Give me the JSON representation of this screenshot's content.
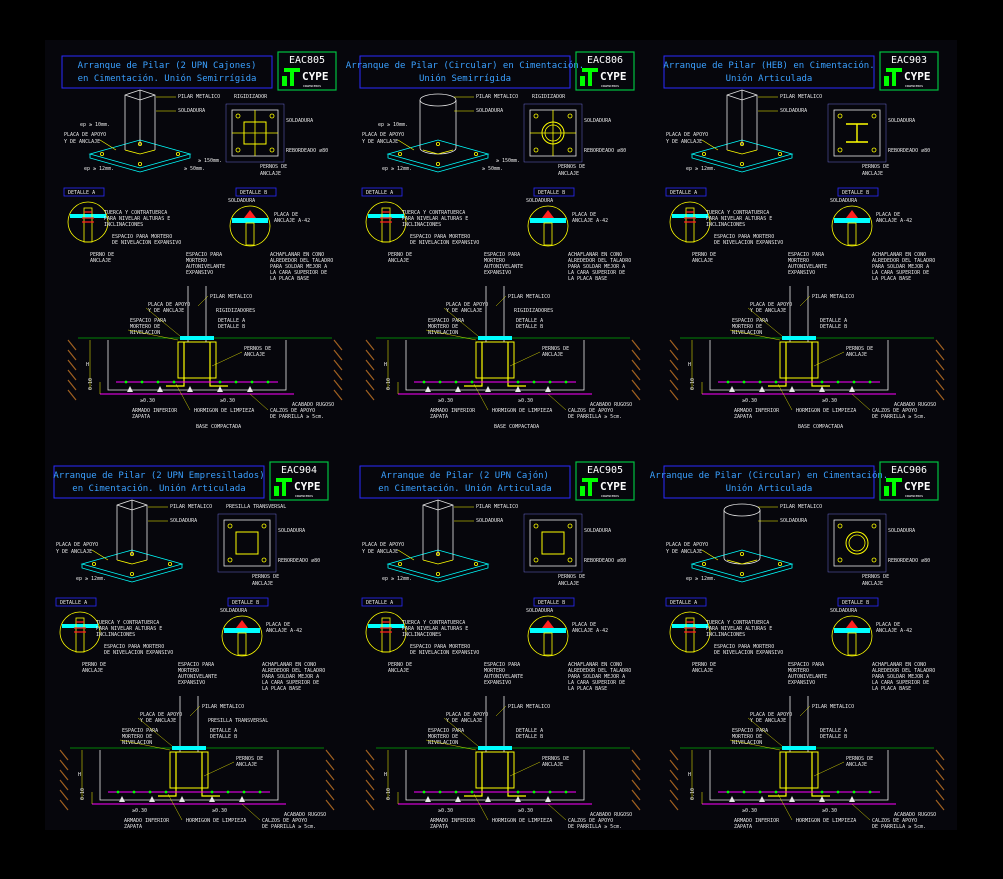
{
  "colors": {
    "background": "#000000",
    "panel": "#06060c",
    "title_box": "#2a2aff",
    "title_text": "#3aa0ff",
    "code_box": "#00c040",
    "yellow": "#ffff00",
    "cyan": "#00ffff",
    "green": "#00ff00",
    "magenta": "#ff00ff",
    "red": "#ff2020",
    "orange": "#ff8040",
    "earth": "#a06020",
    "text": "#e8e8e8"
  },
  "icons": [
    "cype-logo-icon"
  ],
  "panels": [
    {
      "title1": "Arranque de Pilar (2 UPN Cajones)",
      "title2": "en Cimentación. Unión Semirrígida",
      "code": "EAC805",
      "brand": "CYPE",
      "brand_sub": "INGENIEROS",
      "labels": {
        "pilar": "PILAR METALICO",
        "soldadura": "SOLDADURA",
        "rigidizador": "RIGIDIZADOR",
        "placa": "PLACA DE APOYO",
        "anclaje": "Y DE ANCLAJE",
        "pernos": "PERNOS DE",
        "anclaje2": "ANCLAJE",
        "rebordeado": "REBORDEADO ⌀80",
        "ep1": "ep ≥ 10mm.",
        "ep2": "ep ≥ 12mm.",
        "dim150": "≥ 150mm.",
        "dim50": "≥ 50mm."
      },
      "detail_a": "DETALLE A",
      "detail_b": "DETALLE B",
      "det": {
        "tuerca": "TUERCA Y CONTRATUERCA",
        "tuerca2": "PARA NIVELAR ALTURAS E",
        "tuerca3": "INCLINACIONES",
        "espacio": "ESPACIO PARA MORTERO",
        "espacio2": "DE NIVELACION EXPANSIVO",
        "perno": "PERNO DE",
        "perno2": "ANCLAJE",
        "mortero": "ESPACIO PARA",
        "mortero2": "MORTERO",
        "mortero3": "AUTONIVELANTE",
        "mortero4": "EXPANSIVO",
        "achaflanar": "ACHAFLANAR EN CONO",
        "achaflanar2": "ALREDEDOR DEL TALADRO",
        "achaflanar3": "PARA SOLDAR MEJOR A",
        "achaflanar4": "LA CARA SUPERIOR DE",
        "achaflanar5": "LA PLACA BASE",
        "placa_ancl": "PLACA DE",
        "placa_ancl2": "ANCLAJE A-42",
        "soldadura": "SOLDADURA"
      },
      "sec": {
        "pilar": "PILAR METALICO",
        "placa": "PLACA DE APOYO",
        "placa2": "Y DE ANCLAJE",
        "rigid": "RIGIDIZADORES",
        "espacio": "ESPACIO PARA",
        "espacio2": "MORTERO DE",
        "espacio3": "NIVELACION",
        "detA": "DETALLE A",
        "detB": "DETALLE B",
        "pernos": "PERNOS DE",
        "pernos2": "ANCLAJE",
        "h": "H",
        "d10": "0.10",
        "armado": "ARMADO INFERIOR",
        "armado2": "ZAPATA",
        "hormigon": "HORMIGON DE LIMPIEZA",
        "acabado": "ACABADO RUGOSO",
        "calzos": "CALZOS DE APOYO",
        "calzos2": "DE PARRILLA ≥ 5cm.",
        "base": "BASE COMPACTADA",
        "d30a": "≥0.30",
        "d30b": "≥0.30"
      }
    },
    {
      "title1": "Arranque de Pilar (Circular) en Cimentación.",
      "title2": "Unión Semirrígida",
      "code": "EAC806",
      "brand": "CYPE",
      "brand_sub": "INGENIEROS",
      "labels": {
        "pilar": "PILAR METALICO",
        "soldadura": "SOLDADURA",
        "rigidizador": "RIGIDIZADOR",
        "placa": "PLACA DE APOYO",
        "anclaje": "Y DE ANCLAJE",
        "pernos": "PERNOS DE",
        "anclaje2": "ANCLAJE",
        "rebordeado": "REBORDEADO ⌀80",
        "ep1": "ep ≥ 10mm.",
        "ep2": "ep ≥ 12mm.",
        "dim150": "≥ 150mm.",
        "dim50": "≥ 50mm."
      },
      "detail_a": "DETALLE A",
      "detail_b": "DETALLE B",
      "det": {
        "tuerca": "TUERCA Y CONTRATUERCA",
        "tuerca2": "PARA NIVELAR ALTURAS E",
        "tuerca3": "INCLINACIONES",
        "espacio": "ESPACIO PARA MORTERO",
        "espacio2": "DE NIVELACION EXPANSIVO",
        "perno": "PERNO DE",
        "perno2": "ANCLAJE",
        "mortero": "ESPACIO PARA",
        "mortero2": "MORTERO",
        "mortero3": "AUTONIVELANTE",
        "mortero4": "EXPANSIVO",
        "achaflanar": "ACHAFLANAR EN CONO",
        "achaflanar2": "ALREDEDOR DEL TALADRO",
        "achaflanar3": "PARA SOLDAR MEJOR A",
        "achaflanar4": "LA CARA SUPERIOR DE",
        "achaflanar5": "LA PLACA BASE",
        "placa_ancl": "PLACA DE",
        "placa_ancl2": "ANCLAJE A-42",
        "soldadura": "SOLDADURA"
      },
      "sec": {
        "pilar": "PILAR METALICO",
        "placa": "PLACA DE APOYO",
        "placa2": "Y DE ANCLAJE",
        "rigid": "RIGIDIZADORES",
        "espacio": "ESPACIO PARA",
        "espacio2": "MORTERO DE",
        "espacio3": "NIVELACION",
        "detA": "DETALLE A",
        "detB": "DETALLE B",
        "pernos": "PERNOS DE",
        "pernos2": "ANCLAJE",
        "h": "H",
        "d10": "0.10",
        "armado": "ARMADO INFERIOR",
        "armado2": "ZAPATA",
        "hormigon": "HORMIGON DE LIMPIEZA",
        "acabado": "ACABADO RUGOSO",
        "calzos": "CALZOS DE APOYO",
        "calzos2": "DE PARRILLA ≥ 5cm.",
        "base": "BASE COMPACTADA",
        "d30a": "≥0.30",
        "d30b": "≥0.30"
      }
    },
    {
      "title1": "Arranque de Pilar (HEB) en Cimentación.",
      "title2": "Unión Articulada",
      "code": "EAC903",
      "brand": "CYPE",
      "brand_sub": "INGENIEROS",
      "labels": {
        "pilar": "PILAR METALICO",
        "soldadura": "SOLDADURA",
        "rigidizador": "",
        "placa": "PLACA DE APOYO",
        "anclaje": "Y DE ANCLAJE",
        "pernos": "PERNOS DE",
        "anclaje2": "ANCLAJE",
        "rebordeado": "REBORDEADO ⌀80",
        "ep1": "",
        "ep2": "ep ≥ 12mm.",
        "dim150": "",
        "dim50": ""
      },
      "detail_a": "DETALLE A",
      "detail_b": "DETALLE B",
      "det": {
        "tuerca": "TUERCA Y CONTRATUERCA",
        "tuerca2": "PARA NIVELAR ALTURAS E",
        "tuerca3": "INCLINACIONES",
        "espacio": "ESPACIO PARA MORTERO",
        "espacio2": "DE NIVELACION EXPANSIVO",
        "perno": "PERNO DE",
        "perno2": "ANCLAJE",
        "mortero": "ESPACIO PARA",
        "mortero2": "MORTERO",
        "mortero3": "AUTONIVELANTE",
        "mortero4": "EXPANSIVO",
        "achaflanar": "ACHAFLANAR EN CONO",
        "achaflanar2": "ALREDEDOR DEL TALADRO",
        "achaflanar3": "PARA SOLDAR MEJOR A",
        "achaflanar4": "LA CARA SUPERIOR DE",
        "achaflanar5": "LA PLACA BASE",
        "placa_ancl": "PLACA DE",
        "placa_ancl2": "ANCLAJE A-42",
        "soldadura": "SOLDADURA"
      },
      "sec": {
        "pilar": "PILAR METALICO",
        "placa": "PLACA DE APOYO",
        "placa2": "Y DE ANCLAJE",
        "rigid": "",
        "espacio": "ESPACIO PARA",
        "espacio2": "MORTERO DE",
        "espacio3": "NIVELACION",
        "detA": "DETALLE A",
        "detB": "DETALLE B",
        "pernos": "PERNOS DE",
        "pernos2": "ANCLAJE",
        "h": "H",
        "d10": "0.10",
        "armado": "ARMADO INFERIOR",
        "armado2": "ZAPATA",
        "hormigon": "HORMIGON DE LIMPIEZA",
        "acabado": "ACABADO RUGOSO",
        "calzos": "CALZOS DE APOYO",
        "calzos2": "DE PARRILLA ≥ 5cm.",
        "base": "BASE COMPACTADA",
        "d30a": "≥0.30",
        "d30b": "≥0.30"
      }
    },
    {
      "title1": "Arranque de Pilar (2 UPN Empresillados)",
      "title2": "en Cimentación. Unión Articulada",
      "code": "EAC904",
      "brand": "CYPE",
      "brand_sub": "INGENIEROS",
      "labels": {
        "pilar": "PILAR METALICO",
        "soldadura": "SOLDADURA",
        "rigidizador": "PRESILLA TRANSVERSAL",
        "placa": "PLACA DE APOYO",
        "anclaje": "Y DE ANCLAJE",
        "pernos": "PERNOS DE",
        "anclaje2": "ANCLAJE",
        "rebordeado": "REBORDEADO ⌀80",
        "ep1": "",
        "ep2": "ep ≥ 12mm.",
        "dim150": "",
        "dim50": ""
      },
      "detail_a": "DETALLE A",
      "detail_b": "DETALLE B",
      "det": {
        "tuerca": "TUERCA Y CONTRATUERCA",
        "tuerca2": "PARA NIVELAR ALTURAS E",
        "tuerca3": "INCLINACIONES",
        "espacio": "ESPACIO PARA MORTERO",
        "espacio2": "DE NIVELACION EXPANSIVO",
        "perno": "PERNO DE",
        "perno2": "ANCLAJE",
        "mortero": "ESPACIO PARA",
        "mortero2": "MORTERO",
        "mortero3": "AUTONIVELANTE",
        "mortero4": "EXPANSIVO",
        "achaflanar": "ACHAFLANAR EN CONO",
        "achaflanar2": "ALREDEDOR DEL TALADRO",
        "achaflanar3": "PARA SOLDAR MEJOR A",
        "achaflanar4": "LA CARA SUPERIOR DE",
        "achaflanar5": "LA PLACA BASE",
        "placa_ancl": "PLACA DE",
        "placa_ancl2": "ANCLAJE A-42",
        "soldadura": "SOLDADURA"
      },
      "sec": {
        "pilar": "PILAR METALICO",
        "placa": "PLACA DE APOYO",
        "placa2": "Y DE ANCLAJE",
        "rigid": "PRESILLA TRANSVERSAL",
        "espacio": "ESPACIO PARA",
        "espacio2": "MORTERO DE",
        "espacio3": "NIVELACION",
        "detA": "DETALLE A",
        "detB": "DETALLE B",
        "pernos": "PERNOS DE",
        "pernos2": "ANCLAJE",
        "h": "H",
        "d10": "0.10",
        "armado": "ARMADO INFERIOR",
        "armado2": "ZAPATA",
        "hormigon": "HORMIGON DE LIMPIEZA",
        "acabado": "ACABADO RUGOSO",
        "calzos": "CALZOS DE APOYO",
        "calzos2": "DE PARRILLA ≥ 5cm.",
        "base": "",
        "d30a": "≥0.30",
        "d30b": "≥0.30"
      }
    },
    {
      "title1": "Arranque de Pilar (2 UPN Cajón)",
      "title2": "en Cimentación. Unión Articulada",
      "code": "EAC905",
      "brand": "CYPE",
      "brand_sub": "INGENIEROS",
      "labels": {
        "pilar": "PILAR METALICO",
        "soldadura": "SOLDADURA",
        "rigidizador": "",
        "placa": "PLACA DE APOYO",
        "anclaje": "Y DE ANCLAJE",
        "pernos": "PERNOS DE",
        "anclaje2": "ANCLAJE",
        "rebordeado": "REBORDEADO ⌀80",
        "ep1": "",
        "ep2": "ep ≥ 12mm.",
        "dim150": "",
        "dim50": ""
      },
      "detail_a": "DETALLE A",
      "detail_b": "DETALLE B",
      "det": {
        "tuerca": "TUERCA Y CONTRATUERCA",
        "tuerca2": "PARA NIVELAR ALTURAS E",
        "tuerca3": "INCLINACIONES",
        "espacio": "ESPACIO PARA MORTERO",
        "espacio2": "DE NIVELACION EXPANSIVO",
        "perno": "PERNO DE",
        "perno2": "ANCLAJE",
        "mortero": "ESPACIO PARA",
        "mortero2": "MORTERO",
        "mortero3": "AUTONIVELANTE",
        "mortero4": "EXPANSIVO",
        "achaflanar": "ACHAFLANAR EN CONO",
        "achaflanar2": "ALREDEDOR DEL TALADRO",
        "achaflanar3": "PARA SOLDAR MEJOR A",
        "achaflanar4": "LA CARA SUPERIOR DE",
        "achaflanar5": "LA PLACA BASE",
        "placa_ancl": "PLACA DE",
        "placa_ancl2": "ANCLAJE A-42",
        "soldadura": "SOLDADURA"
      },
      "sec": {
        "pilar": "PILAR METALICO",
        "placa": "PLACA DE APOYO",
        "placa2": "Y DE ANCLAJE",
        "rigid": "",
        "espacio": "ESPACIO PARA",
        "espacio2": "MORTERO DE",
        "espacio3": "NIVELACION",
        "detA": "DETALLE A",
        "detB": "DETALLE B",
        "pernos": "PERNOS DE",
        "pernos2": "ANCLAJE",
        "h": "H",
        "d10": "0.10",
        "armado": "ARMADO INFERIOR",
        "armado2": "ZAPATA",
        "hormigon": "HORMIGON DE LIMPIEZA",
        "acabado": "ACABADO RUGOSO",
        "calzos": "CALZOS DE APOYO",
        "calzos2": "DE PARRILLA ≥ 5cm.",
        "base": "",
        "d30a": "≥0.30",
        "d30b": "≥0.30"
      }
    },
    {
      "title1": "Arranque de Pilar (Circular) en Cimentación.",
      "title2": "Unión Articulada",
      "code": "EAC906",
      "brand": "CYPE",
      "brand_sub": "INGENIEROS",
      "labels": {
        "pilar": "PILAR METALICO",
        "soldadura": "SOLDADURA",
        "rigidizador": "",
        "placa": "PLACA DE APOYO",
        "anclaje": "Y DE ANCLAJE",
        "pernos": "PERNOS DE",
        "anclaje2": "ANCLAJE",
        "rebordeado": "REBORDEADO ⌀80",
        "ep1": "",
        "ep2": "ep ≥ 12mm.",
        "dim150": "",
        "dim50": ""
      },
      "detail_a": "DETALLE A",
      "detail_b": "DETALLE B",
      "det": {
        "tuerca": "TUERCA Y CONTRATUERCA",
        "tuerca2": "PARA NIVELAR ALTURAS E",
        "tuerca3": "INCLINACIONES",
        "espacio": "ESPACIO PARA MORTERO",
        "espacio2": "DE NIVELACION EXPANSIVO",
        "perno": "PERNO DE",
        "perno2": "ANCLAJE",
        "mortero": "ESPACIO PARA",
        "mortero2": "MORTERO",
        "mortero3": "AUTONIVELANTE",
        "mortero4": "EXPANSIVO",
        "achaflanar": "ACHAFLANAR EN CONO",
        "achaflanar2": "ALREDEDOR DEL TALADRO",
        "achaflanar3": "PARA SOLDAR MEJOR A",
        "achaflanar4": "LA CARA SUPERIOR DE",
        "achaflanar5": "LA PLACA BASE",
        "placa_ancl": "PLACA DE",
        "placa_ancl2": "ANCLAJE A-42",
        "soldadura": "SOLDADURA"
      },
      "sec": {
        "pilar": "PILAR METALICO",
        "placa": "PLACA DE APOYO",
        "placa2": "Y DE ANCLAJE",
        "rigid": "",
        "espacio": "ESPACIO PARA",
        "espacio2": "MORTERO DE",
        "espacio3": "NIVELACION",
        "detA": "DETALLE A",
        "detB": "DETALLE B",
        "pernos": "PERNOS DE",
        "pernos2": "ANCLAJE",
        "h": "H",
        "d10": "0.10",
        "armado": "ARMADO INFERIOR",
        "armado2": "ZAPATA",
        "hormigon": "HORMIGON DE LIMPIEZA",
        "acabado": "ACABADO RUGOSO",
        "calzos": "CALZOS DE APOYO",
        "calzos2": "DE PARRILLA ≥ 5cm.",
        "base": "",
        "d30a": "≥0.30",
        "d30b": "≥0.30"
      }
    }
  ]
}
